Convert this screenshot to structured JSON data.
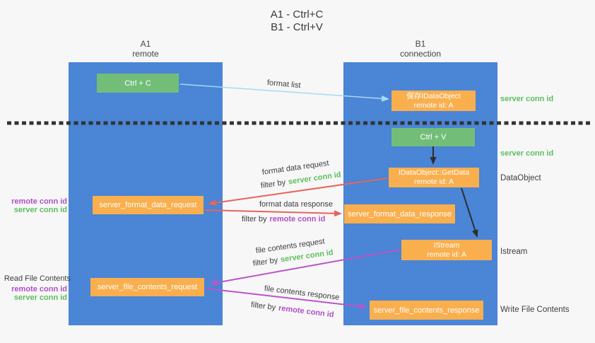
{
  "title": {
    "line1": "A1 - Ctrl+C",
    "line2": "B1 - Ctrl+V"
  },
  "lanes": {
    "left": {
      "name": "A1",
      "role": "remote"
    },
    "right": {
      "name": "B1",
      "role": "connection"
    }
  },
  "nodes": {
    "ctrl_c": "Ctrl + C",
    "ctrl_v": "Ctrl + V",
    "save_idataobject": {
      "line1": "保存IDataObject",
      "line2": "remote id: A"
    },
    "getdata": {
      "line1": "IDataObject::GetData",
      "line2": "remote id: A"
    },
    "istream": {
      "line1": "IStream",
      "line2": "remote id: A"
    },
    "format_request": "server_format_data_request",
    "format_response": "server_format_data_response",
    "file_request": "server_file_contents_request",
    "file_response": "server_file_contents_response"
  },
  "flow_labels": {
    "format_list": "format list",
    "format_data_request": "format data request",
    "format_data_response": "format data response",
    "file_contents_request": "file contents request",
    "file_contents_response": "file contents response",
    "filter_by": "filter by",
    "server_conn_id": "server conn id",
    "remote_conn_id": "remote conn id"
  },
  "side_labels": {
    "left_top": {
      "remote_conn_id": "remote conn id",
      "server_conn_id": "server conn id"
    },
    "left_bottom": {
      "read_file_contents": "Read File Contents",
      "remote_conn_id": "remote conn id",
      "server_conn_id": "server conn id"
    },
    "right": {
      "server_conn_id_top": "server conn id",
      "server_conn_id_mid": "server conn id",
      "dataobject": "DataObject",
      "istream": "Istream",
      "write_file_contents": "Write File Contents"
    }
  },
  "colors": {
    "lane_blue": "#4A85D6",
    "box_green": "#72BE78",
    "box_orange": "#F9AF4E",
    "arrow_light_blue": "#A6D9F2",
    "arrow_red": "#E8635C",
    "arrow_purple": "#BA55C8",
    "arrow_black": "#2E2E2E",
    "text_green": "#5CBE60",
    "text_purple": "#B04FC6",
    "text_dark": "#3D3D3D"
  }
}
